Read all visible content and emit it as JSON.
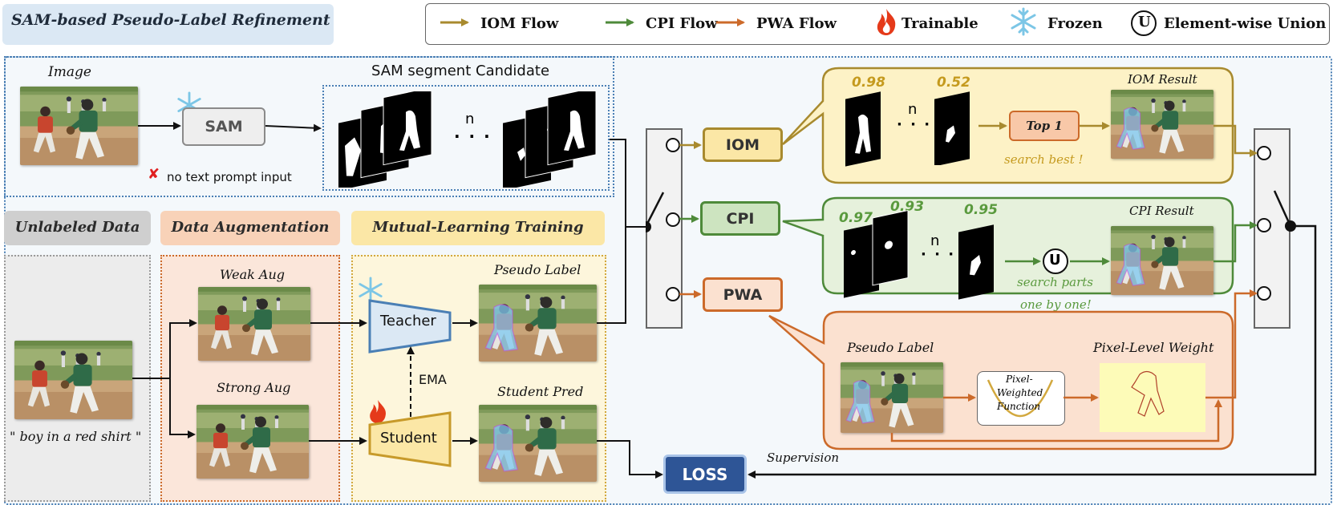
{
  "title": "SAM-based Pseudo-Label Refinement",
  "legend": {
    "iom_flow": "IOM Flow",
    "cpi_flow": "CPI Flow",
    "pwa_flow": "PWA Flow",
    "trainable": "Trainable",
    "frozen": "Frozen",
    "union_symbol": "U",
    "union": "Element-wise Union"
  },
  "colors": {
    "iom": "#a88a2e",
    "cpi": "#4e8a3a",
    "pwa": "#cc6a2a",
    "loss": "#2e5596",
    "trainable": "#e53a1a",
    "frozen": "#7cc6e6"
  },
  "sam_section": {
    "image_label": "Image",
    "sam_node": "SAM",
    "no_prompt": "no text prompt input",
    "cross_mark": "✘",
    "candidate_label": "SAM segment Candidate",
    "n_label": "n",
    "dots": "· · ·"
  },
  "sections": {
    "unlabeled": "Unlabeled Data",
    "augmentation": "Data Augmentation",
    "mutual": "Mutual-Learning Training"
  },
  "unlabeled": {
    "caption": "\" boy in a red shirt \""
  },
  "augmentation": {
    "weak": "Weak Aug",
    "strong": "Strong Aug"
  },
  "mutual": {
    "teacher": "Teacher",
    "student": "Student",
    "ema": "EMA",
    "pseudo_label": "Pseudo Label",
    "student_pred": "Student Pred"
  },
  "modules": {
    "iom": "IOM",
    "cpi": "CPI",
    "pwa": "PWA",
    "loss": "LOSS",
    "supervision": "Supervision"
  },
  "iom_panel": {
    "score1": "0.98",
    "score2": "0.52",
    "n_label": "n",
    "top1": "Top 1",
    "search": "search best !",
    "result": "IOM Result"
  },
  "cpi_panel": {
    "score1": "0.97",
    "score2": "0.93",
    "score3": "0.95",
    "n_label": "n",
    "union": "U",
    "search1": "search parts",
    "search2": "one by one!",
    "result": "CPI Result"
  },
  "pwa_panel": {
    "pseudo_label": "Pseudo Label",
    "function": [
      "Pixel-",
      "Weighted",
      "Function"
    ],
    "weight": "Pixel-Level Weight"
  }
}
